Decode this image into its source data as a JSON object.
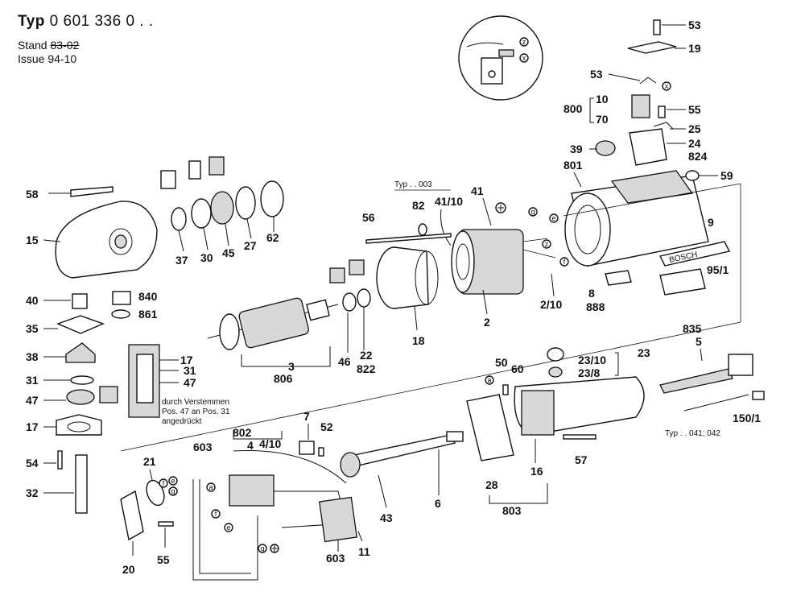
{
  "header": {
    "typ_prefix": "Typ",
    "typ_number": "0 601 336 0 . .",
    "stand_label": "Stand",
    "stand_value": "83-02",
    "issue_label": "Issue",
    "issue_value": "94-10"
  },
  "callouts": {
    "c53a": "53",
    "c19": "19",
    "c53b": "53",
    "c800": "800",
    "c10": "10",
    "c70": "70",
    "c55a": "55",
    "c25": "25",
    "c24": "24",
    "c39": "39",
    "c824": "824",
    "c801": "801",
    "c59": "59",
    "c58": "58",
    "c15": "15",
    "c37": "37",
    "c30": "30",
    "c45": "45",
    "c27": "27",
    "c62": "62",
    "c82": "82",
    "c4110": "41/10",
    "c41": "41",
    "c56": "56",
    "c9": "9",
    "c951": "95/1",
    "c8": "8",
    "c888": "888",
    "c210": "2/10",
    "c2": "2",
    "c18": "18",
    "c46": "46",
    "c22": "22",
    "c822": "822",
    "c3": "3",
    "c806": "806",
    "c40": "40",
    "c840": "840",
    "c861": "861",
    "c35": "35",
    "c38": "38",
    "c31a": "31",
    "c47a": "47",
    "c17a": "17",
    "c17b": "17",
    "c31b": "31",
    "c47b": "47",
    "c54": "54",
    "c32": "32",
    "c835": "835",
    "c5": "5",
    "c2310": "23/10",
    "c23": "23",
    "c238": "23/8",
    "c50": "50",
    "c60": "60",
    "c57": "57",
    "c16": "16",
    "c28": "28",
    "c803": "803",
    "c1501": "150/1",
    "c6": "6",
    "c43": "43",
    "c11": "11",
    "c603a": "603",
    "c603b": "603",
    "c802": "802",
    "c4": "4",
    "c410": "4/10",
    "c7": "7",
    "c52": "52",
    "c21": "21",
    "c20": "20",
    "c55b": "55"
  },
  "wire_codes": [
    "z",
    "x",
    "x",
    "g",
    "e",
    "z",
    "f",
    "a",
    "a",
    "e",
    "g",
    "f",
    "f",
    "e",
    "g"
  ],
  "typ_notes": {
    "typ003": "Typ . . 003",
    "typ041": "Typ . . 041; 042"
  },
  "assembly_note": {
    "line1": "durch Verstemmen",
    "line2": "Pos. 47 an Pos. 31",
    "line3": "angedrückt"
  },
  "nameplate_text": "BOSCH"
}
